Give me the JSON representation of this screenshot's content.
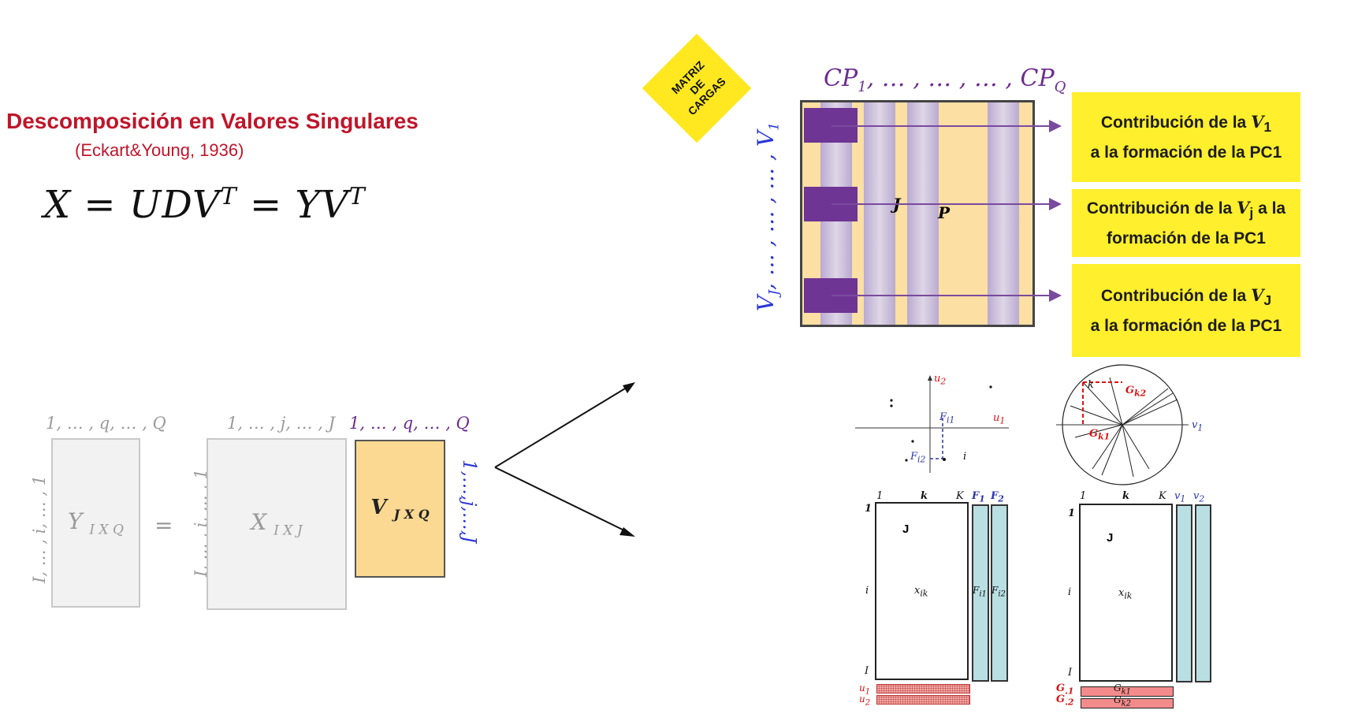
{
  "header": {
    "title": "Descomposición en Valores Singulares",
    "subtitle": "(Eckart&Young, 1936)",
    "formula_lhs": "X = UDV",
    "formula_mid": " = YV",
    "formula_sup": "T"
  },
  "left_diagram": {
    "y_top": "1, … , q, … , Q",
    "y_side": "I, … , i, … , 1",
    "y_sym": "Y",
    "y_sub": "I X Q",
    "equals": "=",
    "x_top": "1, … , j, … , J",
    "x_side": "I, … , i, … , 1",
    "x_sym": "X",
    "x_sub": "I X J",
    "v_top": "1, … , q, … , Q",
    "v_sym": "V",
    "v_sub": "J X Q",
    "v_side": "1,…,j,…,J"
  },
  "loadings": {
    "badge": "MATRIZ\nDE\nCARGAS",
    "cp_header": "CP",
    "cp_header_rest": ", … , … , … , CP",
    "cp_sub_first": "1",
    "cp_sub_last": "Q",
    "side_label": "V",
    "side_sub_first": "J",
    "side_rest": ", … , … , … , V",
    "side_sub_last": "1",
    "inner_j": "J",
    "inner_p": "P",
    "boxes": [
      {
        "pre": "Contribución de la ",
        "var": "V",
        "sub": "1",
        "post": "a la formación de la PC1"
      },
      {
        "pre": "Contribución de la ",
        "var": "V",
        "sub": "j",
        "post": " a la formación de la PC1"
      },
      {
        "pre": "Contribución de la ",
        "var": "V",
        "sub": "J",
        "post": "a la formación de la PC1"
      }
    ]
  },
  "biplot_left": {
    "u2": "u",
    "u2_sub": "2",
    "u1": "u",
    "u1_sub": "1",
    "fi1": "F",
    "fi1_sub": "i1",
    "fi2": "F",
    "fi2_sub": "i2",
    "i": "i"
  },
  "biplot_right": {
    "v1": "v",
    "v1_sub": "1",
    "k": "k",
    "gk1": "G",
    "gk1_sub": "k1",
    "gk2": "G",
    "gk2_sub": "k2"
  },
  "matrix_left": {
    "col1": "1",
    "colk": "k",
    "colK": "K",
    "f1": "F",
    "f1_sub": "1",
    "f2": "F",
    "f2_sub": "2",
    "row1": "1",
    "rowi": "i",
    "rowI": "I",
    "big": "J",
    "cell": "x",
    "cell_sub": "ik",
    "fi1": "F",
    "fi1_sub": "i1",
    "fi2": "F",
    "fi2_sub": "i2",
    "u1": "u",
    "u1_sub": "1",
    "u2": "u",
    "u2_sub": "2"
  },
  "matrix_right": {
    "col1": "1",
    "colk": "k",
    "colK": "K",
    "v1": "v",
    "v1_sub": "1",
    "v2": "v",
    "v2_sub": "2",
    "row1": "1",
    "rowi": "i",
    "rowI": "I",
    "big": "J",
    "cell": "x",
    "cell_sub": "ik",
    "g1": "G",
    "g1_sub": ".1",
    "g2": "G",
    "g2_sub": ".2",
    "gk1": "G",
    "gk1_sub": "k1",
    "gk2": "G",
    "gk2_sub": "k2"
  },
  "colors": {
    "title": "#c0152a",
    "purple": "#6e3594",
    "yellow": "#ffef2d",
    "orange": "#fbd992",
    "teal": "#b9dfe3",
    "pink": "#f48b8b"
  }
}
